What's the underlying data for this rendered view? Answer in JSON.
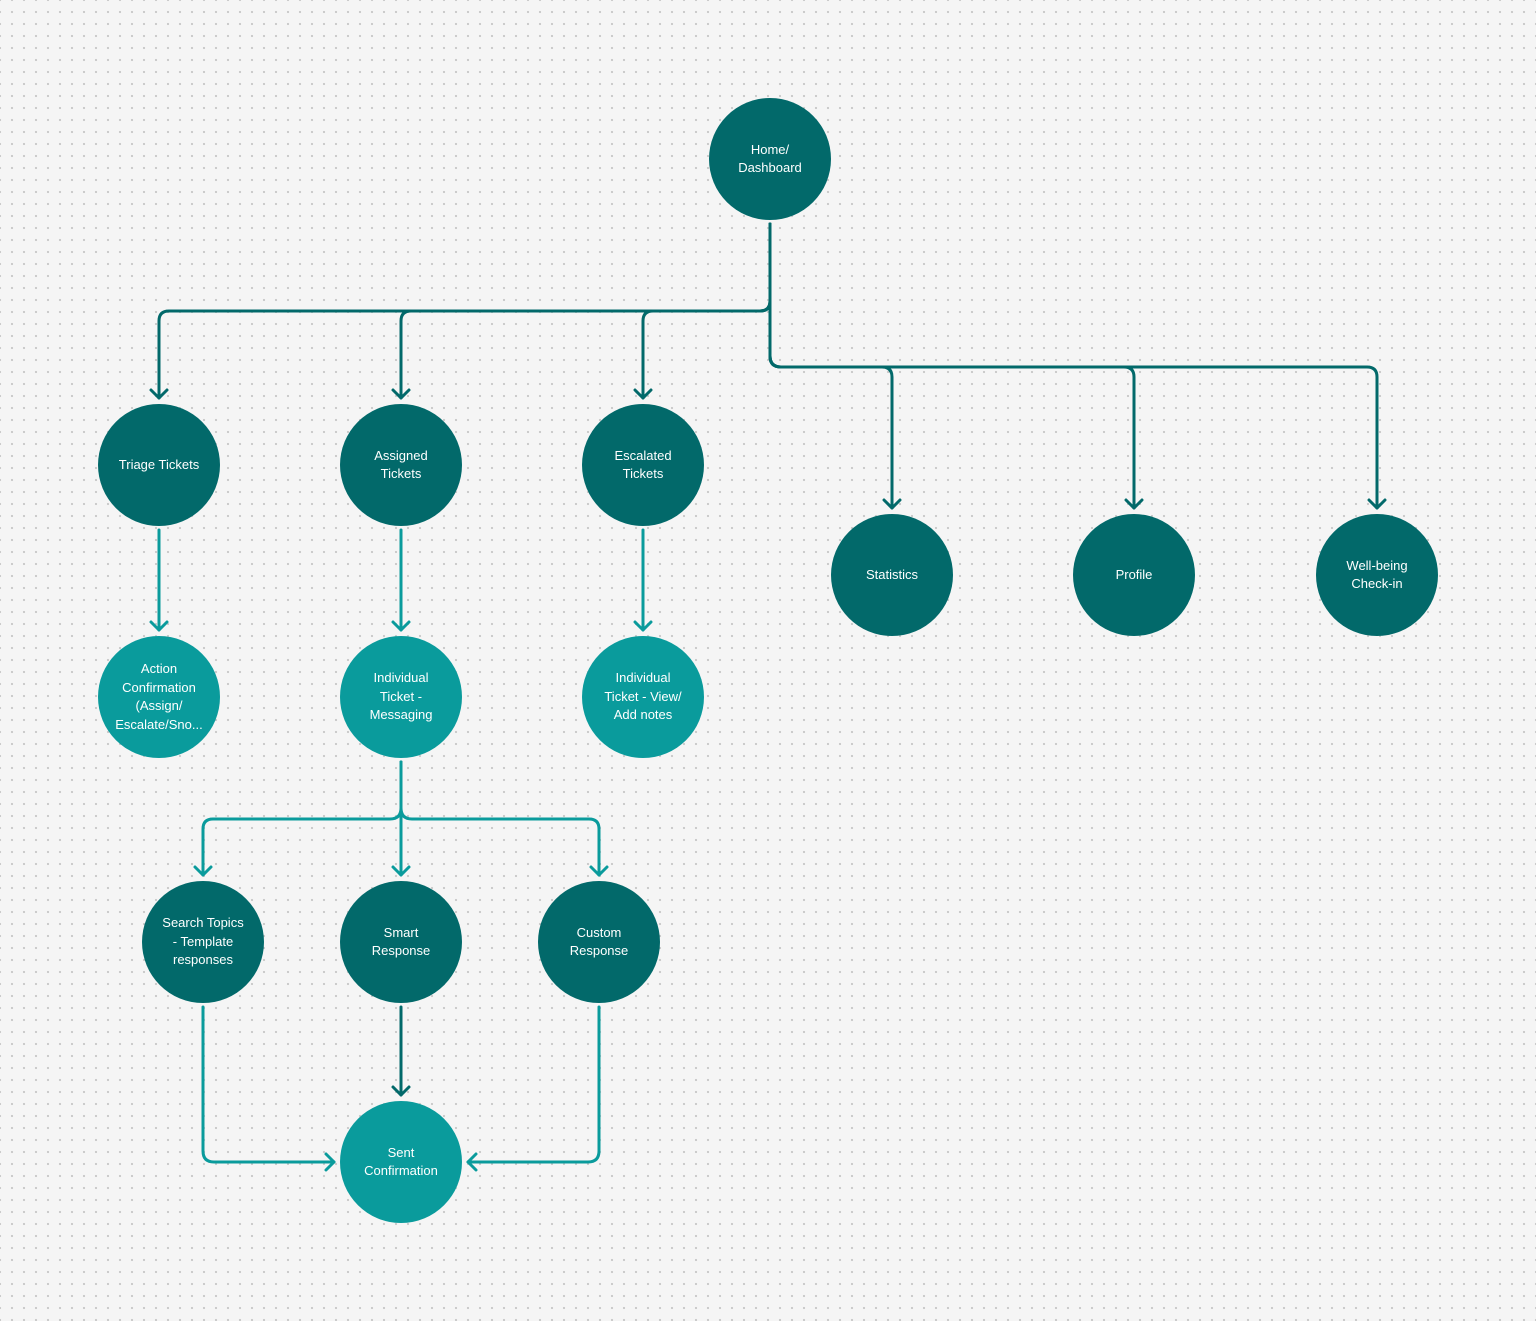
{
  "colors": {
    "dark_node": "#02696a",
    "light_node": "#0a9b9c",
    "dark_edge": "#02696a",
    "light_edge": "#0a9b9c",
    "background": "#f5f5f5"
  },
  "nodes": {
    "home": {
      "label": "Home/\nDashboard",
      "tone": "dark"
    },
    "triage": {
      "label": "Triage Tickets",
      "tone": "dark"
    },
    "assigned": {
      "label": "Assigned\nTickets",
      "tone": "dark"
    },
    "escalated": {
      "label": "Escalated\nTickets",
      "tone": "dark"
    },
    "statistics": {
      "label": "Statistics",
      "tone": "dark"
    },
    "profile": {
      "label": "Profile",
      "tone": "dark"
    },
    "wellbeing": {
      "label": "Well-being\nCheck-in",
      "tone": "dark"
    },
    "action_confirmation": {
      "label": "Action\nConfirmation\n(Assign/\nEscalate/Sno...",
      "tone": "light"
    },
    "individual_messaging": {
      "label": "Individual\nTicket -\nMessaging",
      "tone": "light"
    },
    "individual_view": {
      "label": "Individual\nTicket - View/\nAdd notes",
      "tone": "light"
    },
    "search_topics": {
      "label": "Search Topics\n- Template\nresponses",
      "tone": "dark"
    },
    "smart_response": {
      "label": "Smart\nResponse",
      "tone": "dark"
    },
    "custom_response": {
      "label": "Custom\nResponse",
      "tone": "dark"
    },
    "sent_confirmation": {
      "label": "Sent\nConfirmation",
      "tone": "light"
    }
  },
  "edges": [
    {
      "from": "home",
      "to": "triage",
      "tone": "dark"
    },
    {
      "from": "home",
      "to": "assigned",
      "tone": "dark"
    },
    {
      "from": "home",
      "to": "escalated",
      "tone": "dark"
    },
    {
      "from": "home",
      "to": "statistics",
      "tone": "dark"
    },
    {
      "from": "home",
      "to": "profile",
      "tone": "dark"
    },
    {
      "from": "home",
      "to": "wellbeing",
      "tone": "dark"
    },
    {
      "from": "triage",
      "to": "action_confirmation",
      "tone": "light"
    },
    {
      "from": "assigned",
      "to": "individual_messaging",
      "tone": "light"
    },
    {
      "from": "escalated",
      "to": "individual_view",
      "tone": "light"
    },
    {
      "from": "individual_messaging",
      "to": "search_topics",
      "tone": "light"
    },
    {
      "from": "individual_messaging",
      "to": "smart_response",
      "tone": "light"
    },
    {
      "from": "individual_messaging",
      "to": "custom_response",
      "tone": "light"
    },
    {
      "from": "search_topics",
      "to": "sent_confirmation",
      "tone": "light"
    },
    {
      "from": "smart_response",
      "to": "sent_confirmation",
      "tone": "dark"
    },
    {
      "from": "custom_response",
      "to": "sent_confirmation",
      "tone": "light"
    }
  ]
}
